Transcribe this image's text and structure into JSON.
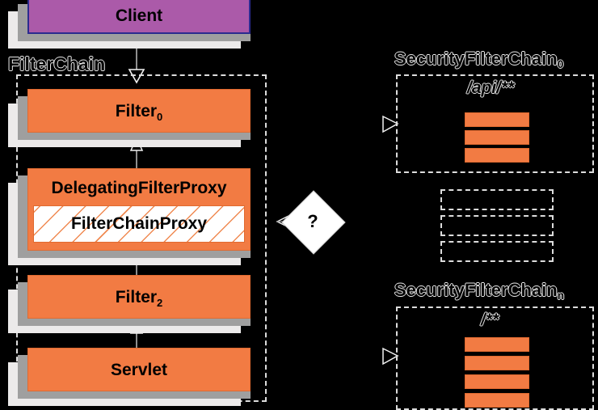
{
  "diagram": {
    "title": "Spring Security FilterChain delegation",
    "colors": {
      "orange": "#f27b43",
      "orange_border": "#e06a30",
      "purple": "#ab5aa9",
      "purple_border": "#2b2b8f",
      "background": "#000000",
      "dashed_border": "#dcdcdc",
      "shadow_mid": "#9f9f9f",
      "shadow_back": "#eceaea"
    }
  },
  "left": {
    "group_label": "FilterChain",
    "client": {
      "label": "Client"
    },
    "filter0": {
      "label": "Filter",
      "subscript": "0"
    },
    "delegating_filter_proxy": {
      "title": "DelegatingFilterProxy",
      "inner_title": "FilterChainProxy"
    },
    "filter2": {
      "label": "Filter",
      "subscript": "2"
    },
    "servlet": {
      "label": "Servlet"
    }
  },
  "decision": {
    "label": "?"
  },
  "right": {
    "chain_first": {
      "name": "SecurityFilterChain",
      "subscript": "0",
      "pattern": "/api/**",
      "filter_count": 3
    },
    "ellipsis": {
      "rows": 3
    },
    "chain_last": {
      "name": "SecurityFilterChain",
      "subscript": "n",
      "pattern": "/**",
      "filter_count": 4
    }
  }
}
